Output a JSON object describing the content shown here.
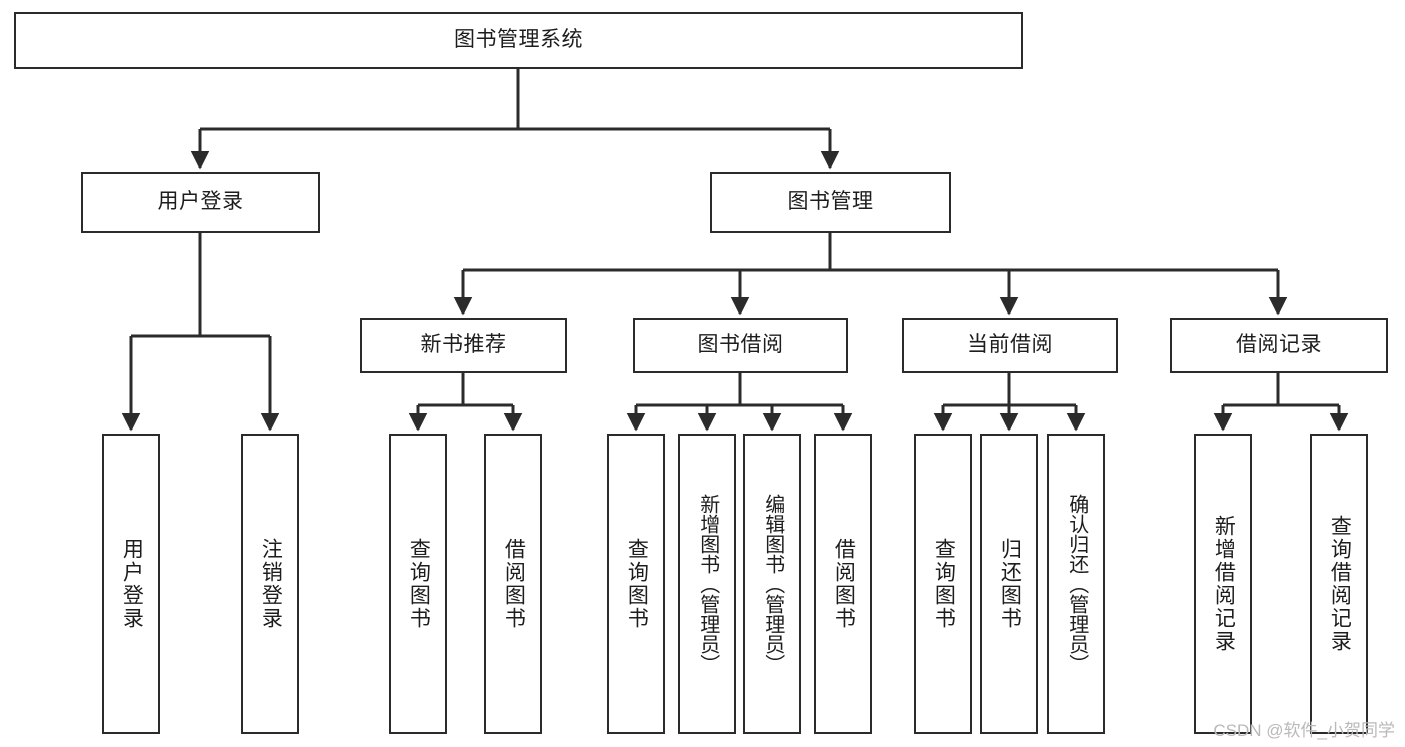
{
  "diagram": {
    "type": "tree-hierarchy",
    "title": "图书管理系统",
    "orientation": "top-down",
    "colors": {
      "stroke": "#2b2b2b",
      "fill": "#ffffff",
      "background": "#ffffff",
      "text": "#1d1d1d",
      "watermark": "#b9b9b9"
    },
    "watermark": "CSDN @软件_小贺同学",
    "nodes": {
      "root": {
        "label": "图书管理系统"
      },
      "level2": [
        {
          "id": "user-login",
          "label": "用户登录"
        },
        {
          "id": "book-management",
          "label": "图书管理"
        }
      ],
      "level3": [
        {
          "id": "new-book-recommend",
          "label": "新书推荐",
          "parent": "book-management"
        },
        {
          "id": "book-borrow",
          "label": "图书借阅",
          "parent": "book-management"
        },
        {
          "id": "current-borrow",
          "label": "当前借阅",
          "parent": "book-management"
        },
        {
          "id": "borrow-record",
          "label": "借阅记录",
          "parent": "book-management"
        }
      ],
      "leaves": [
        {
          "id": "leaf-user-login",
          "label": "用户登录",
          "parent": "user-login"
        },
        {
          "id": "leaf-logout-login",
          "label": "注销登录",
          "parent": "user-login"
        },
        {
          "id": "leaf-query-book-1",
          "label": "查询图书",
          "parent": "new-book-recommend"
        },
        {
          "id": "leaf-borrow-book-1",
          "label": "借阅图书",
          "parent": "new-book-recommend"
        },
        {
          "id": "leaf-query-book-2",
          "label": "查询图书",
          "parent": "book-borrow"
        },
        {
          "id": "leaf-add-book",
          "label": "新增图书（管理员）",
          "parent": "book-borrow"
        },
        {
          "id": "leaf-edit-book",
          "label": "编辑图书（管理员）",
          "parent": "book-borrow"
        },
        {
          "id": "leaf-borrow-book-2",
          "label": "借阅图书",
          "parent": "book-borrow"
        },
        {
          "id": "leaf-query-book-3",
          "label": "查询图书",
          "parent": "current-borrow"
        },
        {
          "id": "leaf-return-book",
          "label": "归还图书",
          "parent": "current-borrow"
        },
        {
          "id": "leaf-confirm-return",
          "label": "确认归还（管理员）",
          "parent": "current-borrow"
        },
        {
          "id": "leaf-add-record",
          "label": "新增借阅记录",
          "parent": "borrow-record"
        },
        {
          "id": "leaf-query-record",
          "label": "查询借阅记录",
          "parent": "borrow-record"
        }
      ]
    }
  }
}
